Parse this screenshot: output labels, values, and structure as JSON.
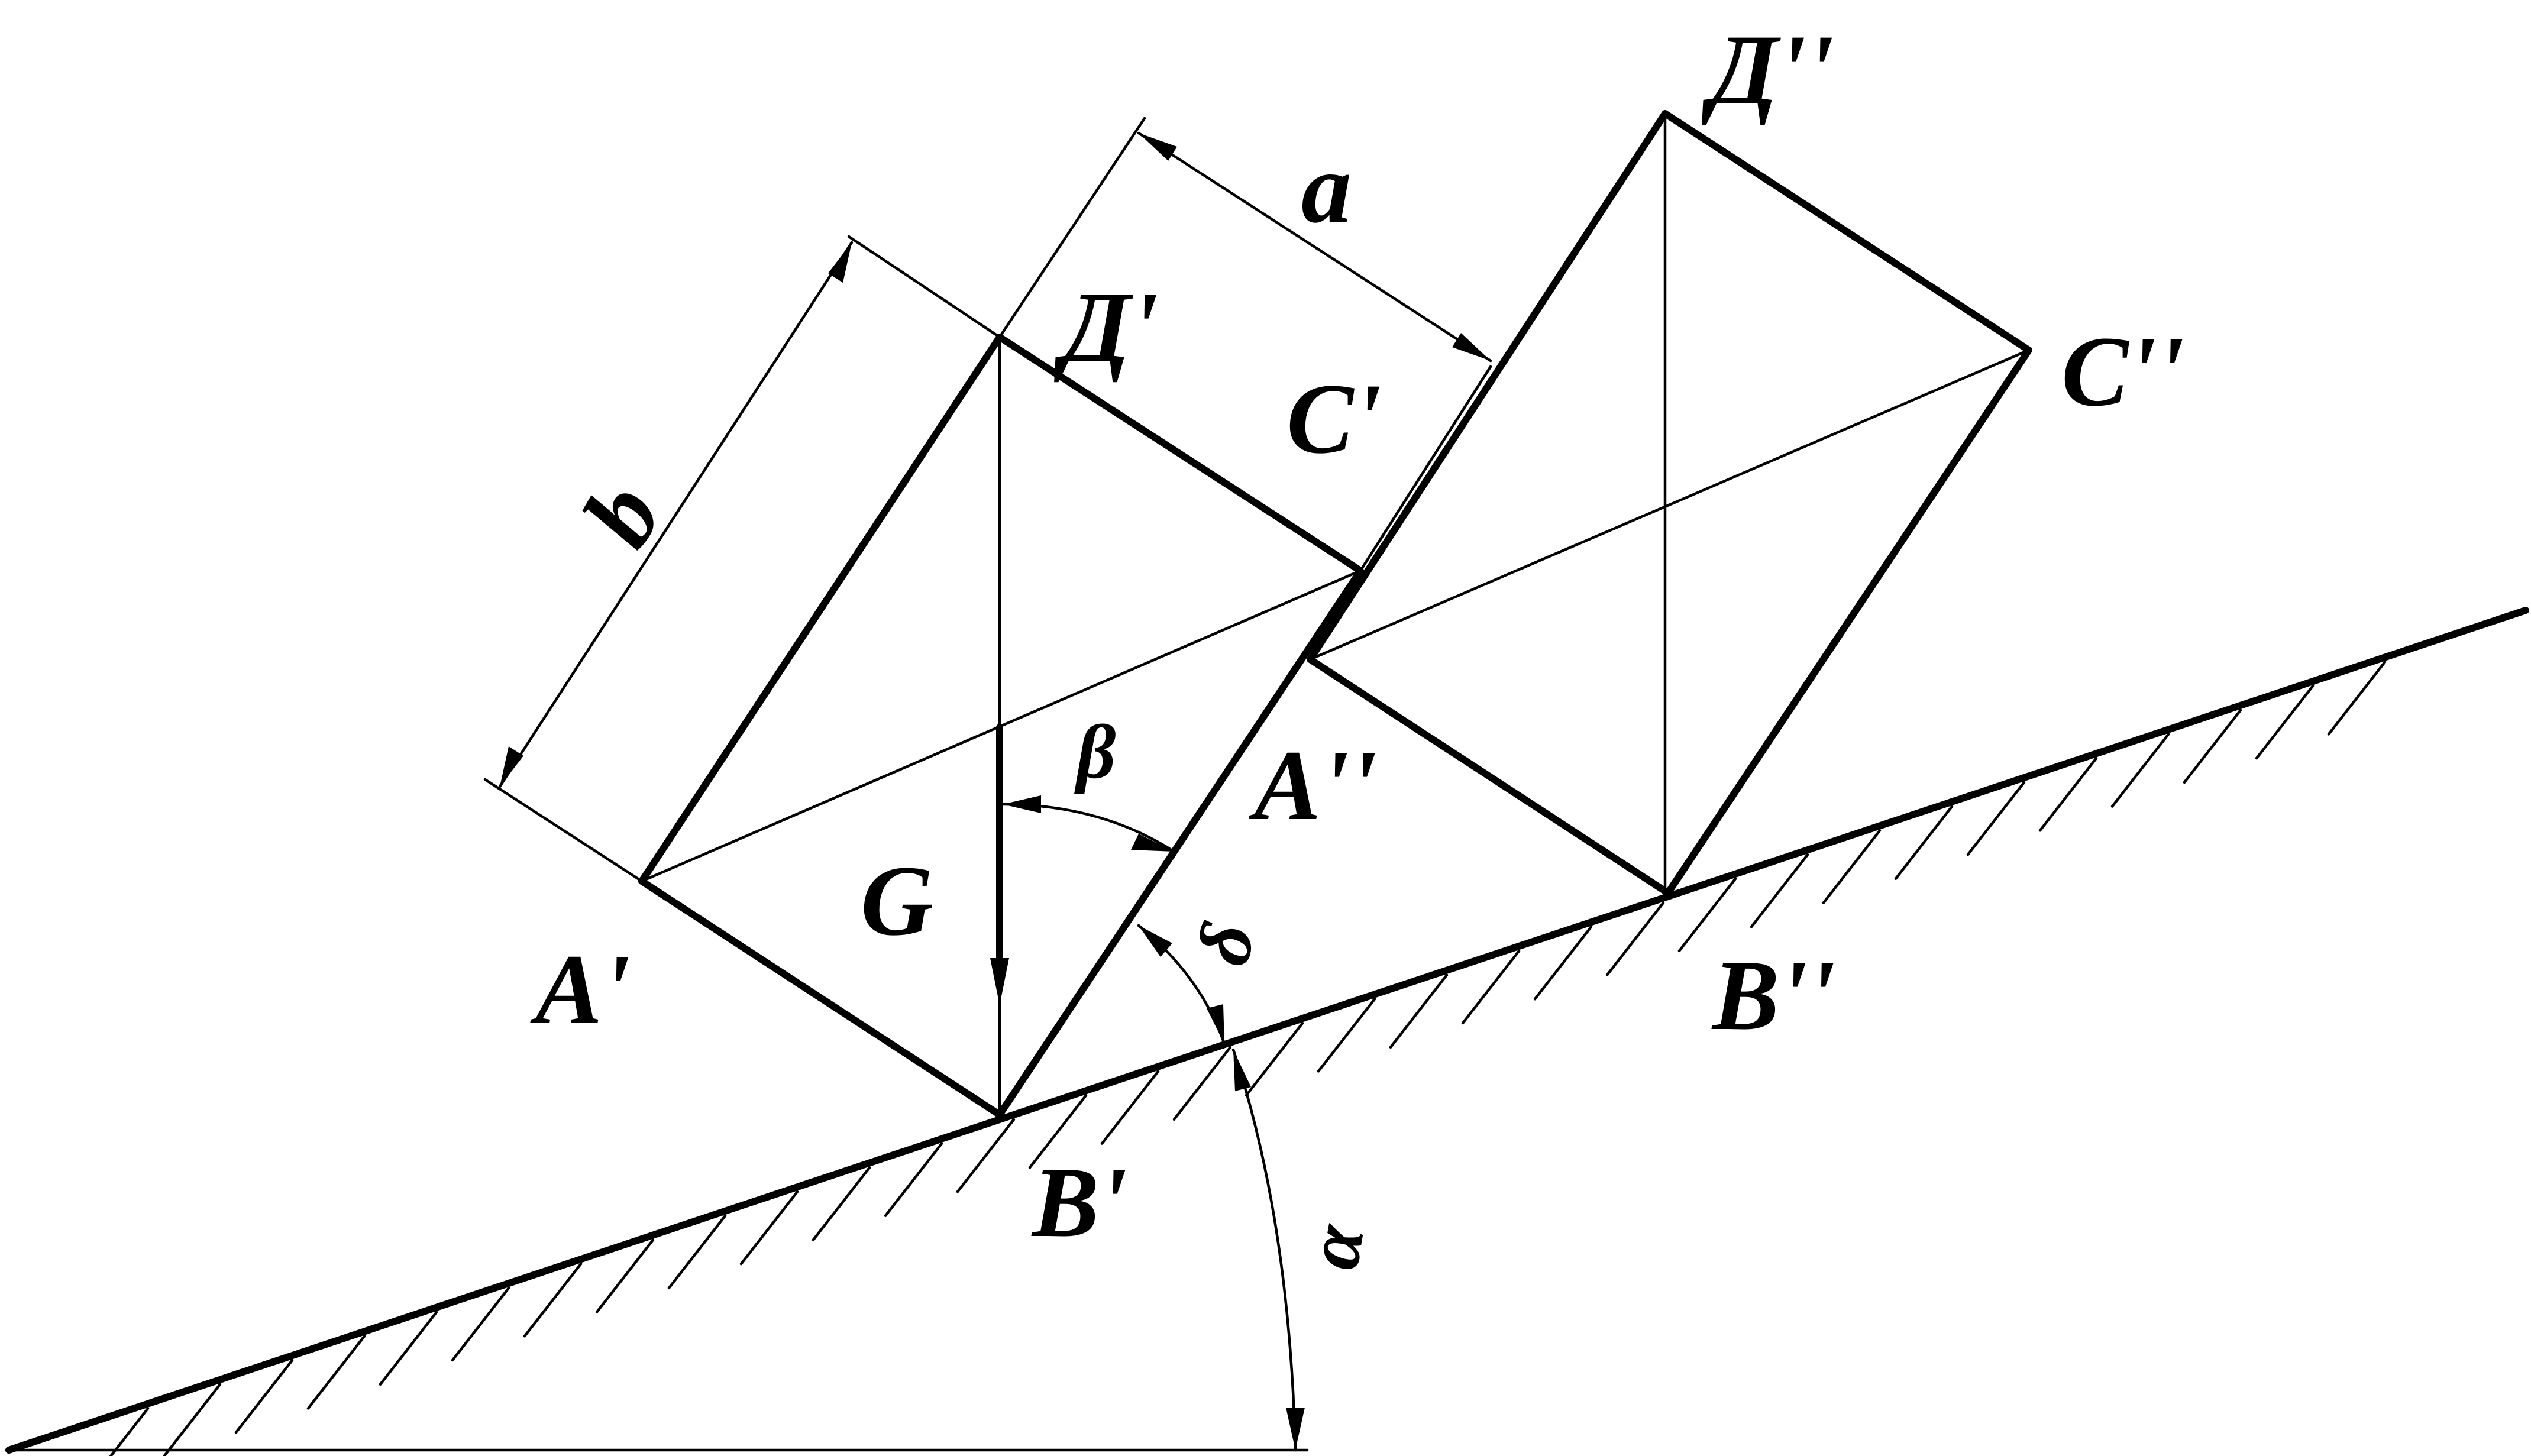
{
  "figure": {
    "point_labels": {
      "A1": "A'",
      "B1": "B'",
      "C1": "C'",
      "D1": "Д'",
      "A2": "A''",
      "B2": "B''",
      "C2": "C''",
      "D2": "Д''"
    },
    "dimension_labels": {
      "a": "a",
      "b": "b"
    },
    "force_label": "G",
    "angle_labels": {
      "alpha": "α",
      "beta": "β",
      "delta": "δ"
    },
    "colors": {
      "ink": "#000000",
      "background": "#ffffff"
    }
  }
}
